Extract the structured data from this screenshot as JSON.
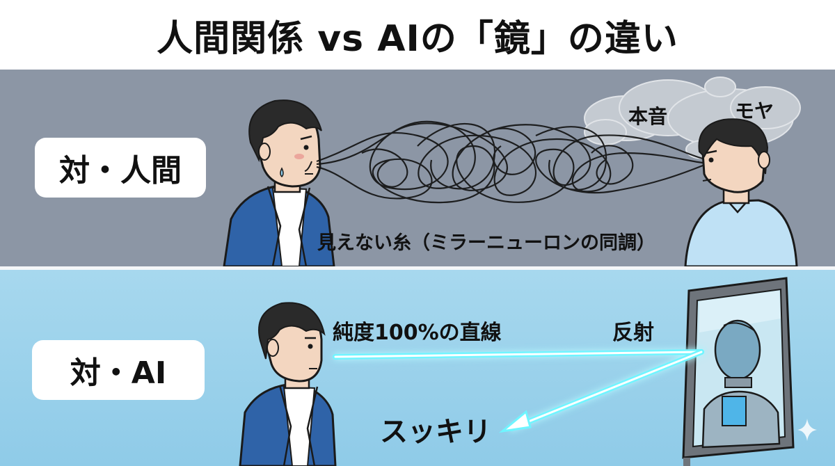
{
  "title": "人間関係 vs AIの「鏡」の違い",
  "panels": {
    "human": {
      "tag": "対・人間",
      "thread_label": "見えない糸（ミラーニューロンの同調）",
      "honne_label": "本音",
      "moya_label": "モヤ"
    },
    "ai": {
      "tag": "対・AI",
      "pure_label": "純度100%の直線",
      "reflect_label": "反射",
      "sukkiri_label": "スッキリ"
    }
  },
  "colors": {
    "human_bg": "#8c96a5",
    "ai_bg": "#9ed3ec",
    "beam": "#5ff3ff",
    "suit": "#2f63a8",
    "hair": "#2a2a2a",
    "shirt_right": "#bfe1f5"
  },
  "icons": [
    "tangled-thread",
    "thought-cloud",
    "robot-mirror",
    "sparkle-icon"
  ]
}
